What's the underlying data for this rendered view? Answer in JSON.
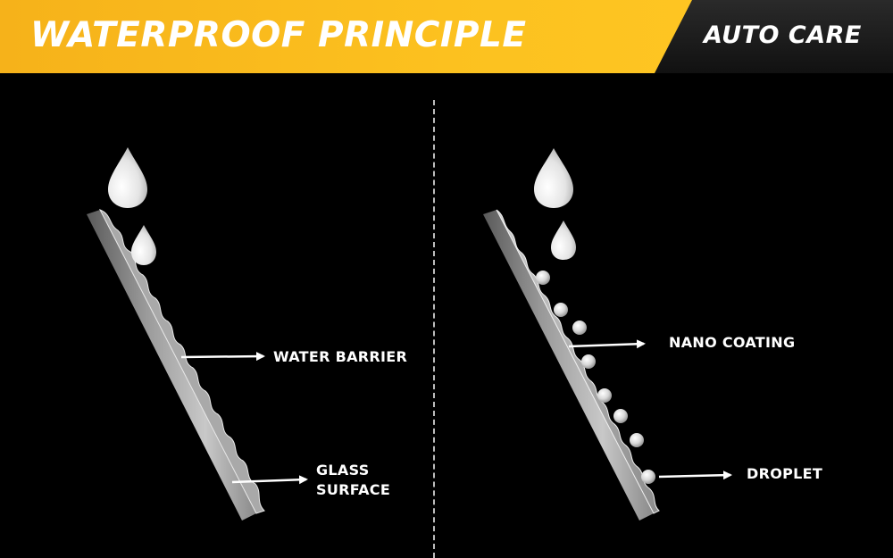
{
  "header": {
    "title": "WATERPROOF PRINCIPLE",
    "brand": "AUTO CARE",
    "accent_color": "#fcc11f",
    "dark_color": "#1c1c1c"
  },
  "left_panel": {
    "labels": {
      "water_barrier": "WATER BARRIER",
      "glass_surface_line1": "GLASS",
      "glass_surface_line2": "SURFACE"
    }
  },
  "right_panel": {
    "labels": {
      "nano_coating": "NANO COATING",
      "droplet": "DROPLET"
    }
  },
  "icons": [
    "water-drop-icon",
    "arrow-right-icon",
    "glass-surface",
    "nano-bead"
  ]
}
